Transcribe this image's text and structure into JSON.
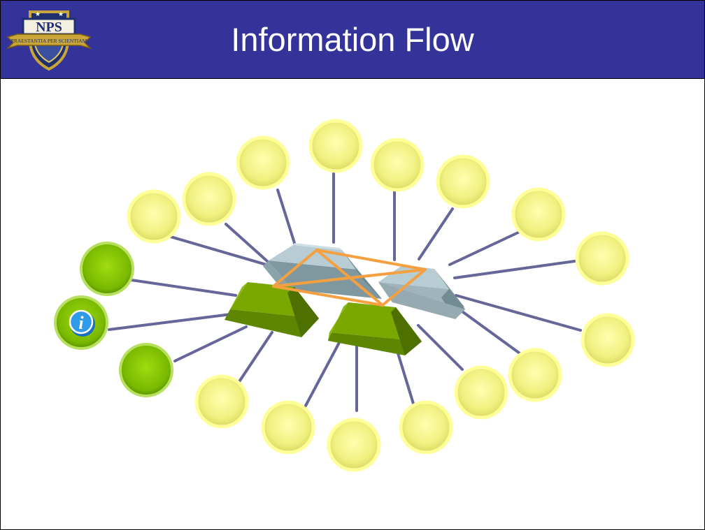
{
  "slide": {
    "title": "Information Flow"
  },
  "logo": {
    "text": "NPS",
    "motto": "PRAESTANTIA PER SCIENTIAM"
  },
  "colors": {
    "title_bar": "#333399",
    "title_text": "#ffffff",
    "link_line": "#666699",
    "mesh_line": "#f4a040",
    "node_yellow": "#ffff99",
    "node_green": "#88c000",
    "hub_green": "#7aa800",
    "hub_gray": "#9fb8c0",
    "info_icon": "#2090e0"
  },
  "icons": {
    "info": "info-icon",
    "logo": "nps-crest-icon"
  },
  "info_icon_glyph": "i"
}
